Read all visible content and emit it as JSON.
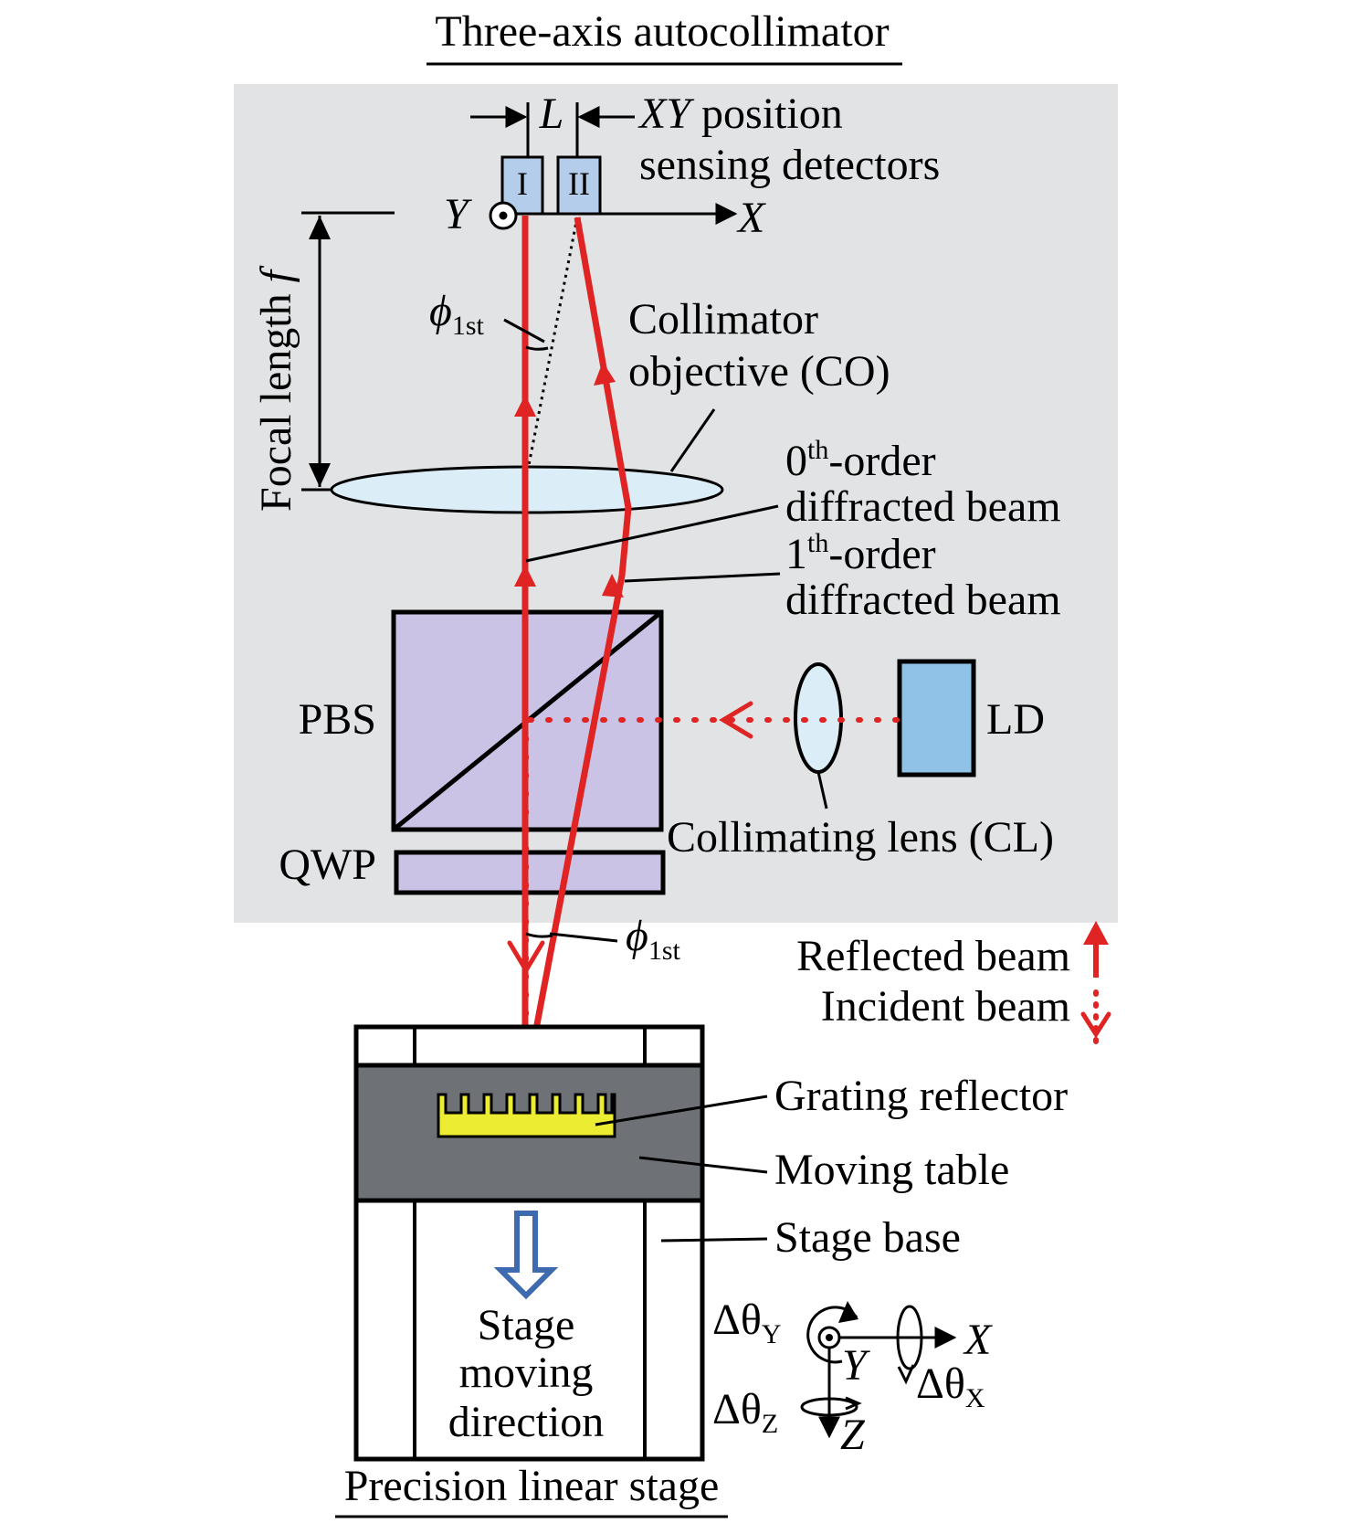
{
  "title": "Three-axis autocollimator",
  "detectors": {
    "L_symbol": "L",
    "xy_italic": "XY",
    "label_line1": " position",
    "label_line2": "sensing detectors",
    "det1": "I",
    "det2": "II"
  },
  "axes_top": {
    "y": "Y",
    "x": "X"
  },
  "focal_length": {
    "text": "Focal length ",
    "symbol": "f"
  },
  "phi": {
    "symbol": "ϕ",
    "sub": "1st"
  },
  "collimator_objective": {
    "line1": "Collimator",
    "line2": "objective (CO)"
  },
  "beam0": {
    "num": "0",
    "sup": "th",
    "rest": "-order",
    "line2": "diffracted beam"
  },
  "beam1": {
    "num": "1",
    "sup": "th",
    "rest": "-order",
    "line2": "diffracted beam"
  },
  "pbs": "PBS",
  "ld": "LD",
  "qwp": "QWP",
  "collimating_lens": "Collimating lens (CL)",
  "legend": {
    "reflected": "Reflected beam",
    "incident": "Incident beam"
  },
  "grating_reflector": "Grating reflector",
  "moving_table": "Moving table",
  "stage_base": "Stage base",
  "stage_direction": {
    "line1": "Stage",
    "line2": "moving",
    "line3": "direction"
  },
  "rotation_axes": {
    "dtheta_y": "Δθ",
    "dtheta_y_sub": "Y",
    "dtheta_z": "Δθ",
    "dtheta_z_sub": "Z",
    "dtheta_x": "Δθ",
    "dtheta_x_sub": "X",
    "x": "X",
    "y": "Y",
    "z": "Z"
  },
  "stage_title": "Precision linear stage",
  "colors": {
    "panel_bg": "#e1e3e4",
    "beam_red": "#e02424",
    "pbs_fill": "#cbc3e6",
    "detector_fill": "#b3cdea",
    "ld_fill": "#8fc2e6",
    "lens_fill": "#dbeef7",
    "table_gray": "#6e7277",
    "grating_yellow": "#ecec32",
    "arrow_blue": "#3e6bb0"
  }
}
